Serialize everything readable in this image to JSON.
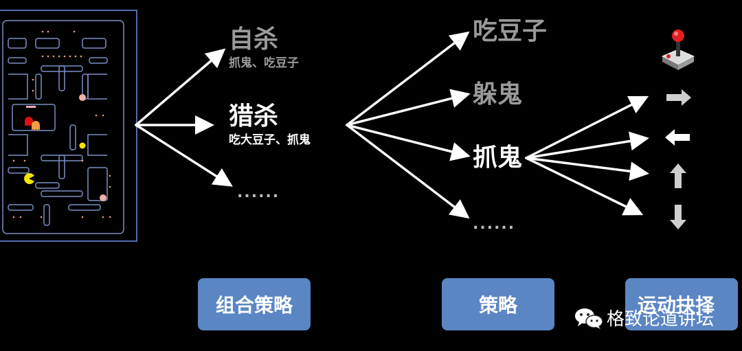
{
  "col1": {
    "branches": [
      {
        "title": "自杀",
        "subtitle": "抓鬼、吃豆子"
      },
      {
        "title": "猎杀",
        "subtitle": "吃大豆子、抓鬼"
      },
      {
        "title": "......"
      }
    ]
  },
  "col2": {
    "branches": [
      {
        "title": "吃豆子"
      },
      {
        "title": "躲鬼"
      },
      {
        "title": "抓鬼"
      },
      {
        "title": "......"
      }
    ]
  },
  "col3": {
    "controls": [
      {
        "icon": "joystick-icon",
        "glyph": "🕹"
      },
      {
        "icon": "arrow-right-icon",
        "glyph": "➡"
      },
      {
        "icon": "arrow-left-icon",
        "glyph": "⬅"
      },
      {
        "icon": "arrow-up-icon",
        "glyph": "⬆"
      },
      {
        "icon": "arrow-down-icon",
        "glyph": "⬇"
      }
    ]
  },
  "boxes": {
    "combo": "组合策略",
    "strategy": "策略",
    "motion": "运动抉择"
  },
  "watermark": {
    "text": "格致论道讲坛",
    "icon": "wechat-icon"
  },
  "colors": {
    "box": "#5b86c4",
    "gray_text": "#9a9a9a",
    "maze_wall": "#4f6fae",
    "pacman": "#f2e600",
    "ghost_red": "#e01010",
    "ghost_orange": "#f0a040"
  }
}
